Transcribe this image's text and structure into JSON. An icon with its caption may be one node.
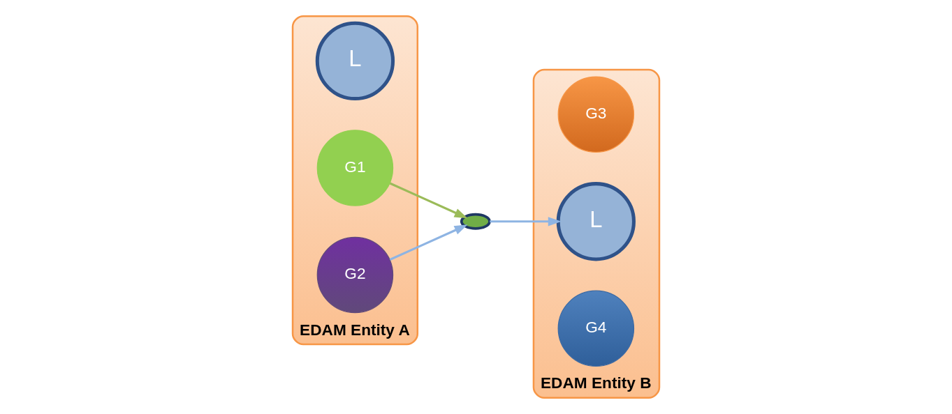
{
  "diagram": {
    "nodes": [
      {
        "text": [
          "EDAM Entity A"
        ]
      },
      {
        "text": [
          "L"
        ],
        "in": 0
      },
      {
        "text": [
          "G1"
        ],
        "in": 0
      },
      {
        "text": [
          "G2"
        ],
        "in": 0
      },
      {
        "text": [
          "EDAM Entity B"
        ]
      },
      {
        "text": [
          "G3"
        ],
        "in": 4
      },
      {
        "text": [
          "L"
        ],
        "in": 4
      },
      {
        "text": [
          "G4"
        ],
        "in": 4
      },
      {
        "text": [],
        "shape": "circle"
      }
    ],
    "edges": [
      {
        "from": 2,
        "to": 8,
        "arrow": "to",
        "color": "#9bbb59"
      },
      {
        "from": 3,
        "to": 8,
        "arrow": "to"
      },
      {
        "from": 8,
        "to": 6,
        "arrow": "to"
      }
    ]
  }
}
